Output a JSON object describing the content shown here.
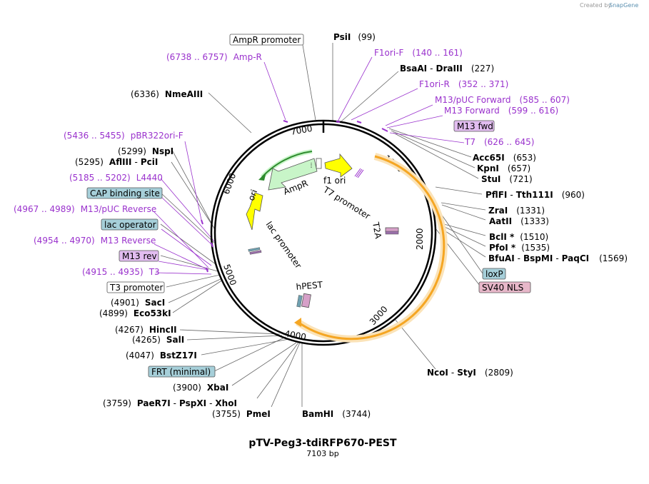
{
  "watermark": {
    "created_by": "Created by",
    "brand": "SnapGene"
  },
  "plasmid": {
    "name": "pTV-Peg3-tdiRFP670-PEST",
    "length": "7103 bp"
  },
  "ticks": [
    "1000",
    "2000",
    "3000",
    "4000",
    "5000",
    "6000",
    "7000"
  ],
  "sites": {
    "psi": {
      "name": "PsiI",
      "pos": "(99)"
    },
    "bsaa": {
      "name": "BsaAI",
      "dash": "-",
      "name2": "DraIII",
      "pos": "(227)"
    },
    "acc65": {
      "name": "Acc65I",
      "pos": "(653)"
    },
    "kpn": {
      "name": "KpnI",
      "pos": "(657)"
    },
    "stu": {
      "name": "StuI",
      "pos": "(721)"
    },
    "pflfi": {
      "name": "PflFI",
      "dash": "-",
      "name2": "Tth111I",
      "pos": "(960)"
    },
    "zra": {
      "name": "ZraI",
      "pos": "(1331)"
    },
    "aat": {
      "name": "AatII",
      "pos": "(1333)"
    },
    "bcl": {
      "name": "BclI *",
      "pos": "(1510)"
    },
    "pfo": {
      "name": "PfoI *",
      "pos": "(1535)"
    },
    "bfua": {
      "name": "BfuAI",
      "dash": "-",
      "name2": "BspMI",
      "dash2": "-",
      "name3": "PaqCI",
      "pos": "(1569)"
    },
    "nco": {
      "name": "NcoI",
      "dash": "-",
      "name2": "StyI",
      "pos": "(2809)"
    },
    "bam": {
      "name": "BamHI",
      "pos": "(3744)"
    },
    "pme": {
      "pos": "(3755)",
      "name": "PmeI"
    },
    "paer": {
      "pos": "(3759)",
      "name": "PaeR7I",
      "dash": "-",
      "name2": "PspXI",
      "dash2": "-",
      "name3": "XhoI"
    },
    "xba": {
      "pos": "(3900)",
      "name": "XbaI"
    },
    "bstz": {
      "pos": "(4047)",
      "name": "BstZ17I"
    },
    "sal": {
      "pos": "(4265)",
      "name": "SalI"
    },
    "hinc": {
      "pos": "(4267)",
      "name": "HincII"
    },
    "eco53": {
      "pos": "(4899)",
      "name": "Eco53kI"
    },
    "sac": {
      "pos": "(4901)",
      "name": "SacI"
    },
    "afl": {
      "pos": "(5295)",
      "name": "AflIII",
      "dash": "-",
      "name2": "PciI"
    },
    "nsp": {
      "pos": "(5299)",
      "name": "NspI"
    },
    "nme": {
      "pos": "(6336)",
      "name": "NmeAIII"
    }
  },
  "primers": {
    "amp_r": {
      "range": "(6738 .. 6757)",
      "name": "Amp-R"
    },
    "f1ori_f": {
      "name": "F1ori-F",
      "range": "(140 .. 161)"
    },
    "f1ori_r": {
      "name": "F1ori-R",
      "range": "(352 .. 371)"
    },
    "m13puc_fwd": {
      "name": "M13/pUC Forward",
      "range": "(585 .. 607)"
    },
    "m13_fwd": {
      "name": "M13 Forward",
      "range": "(599 .. 616)"
    },
    "t7": {
      "name": "T7",
      "range": "(626 .. 645)"
    },
    "pbr322": {
      "range": "(5436 .. 5455)",
      "name": "pBR322ori-F"
    },
    "l4440": {
      "range": "(5185 .. 5202)",
      "name": "L4440"
    },
    "m13puc_rev": {
      "range": "(4967 .. 4989)",
      "name": "M13/pUC Reverse"
    },
    "m13_rev": {
      "range": "(4954 .. 4970)",
      "name": "M13 Reverse"
    },
    "t3": {
      "range": "(4915 .. 4935)",
      "name": "T3"
    }
  },
  "boxed": {
    "ampr_promoter": "AmpR promoter",
    "m13_fwd": "M13 fwd",
    "loxp": "loxP",
    "sv40_nls": "SV40 NLS",
    "cap_site": "CAP binding site",
    "lac_operator": "lac operator",
    "m13_rev": "M13 rev",
    "t3_promoter": "T3 promoter",
    "frt": "FRT (minimal)"
  },
  "features": {
    "f1_ori": "f1 ori",
    "t7_promoter": "T7 promoter",
    "ampr": "AmpR",
    "ori": "ori",
    "lac_promoter": "lac promoter",
    "t2a": "T2A",
    "hpest": "hPEST"
  },
  "colors": {
    "purple": "#9a32cd",
    "boxed_blue": "#a6cfd9",
    "boxed_purple": "#e2bdf0",
    "boxed_pink": "#e7b7c9",
    "ampr": "#c8f5c8",
    "ori": "#ffff00",
    "tdirfp": "#f5a623"
  }
}
